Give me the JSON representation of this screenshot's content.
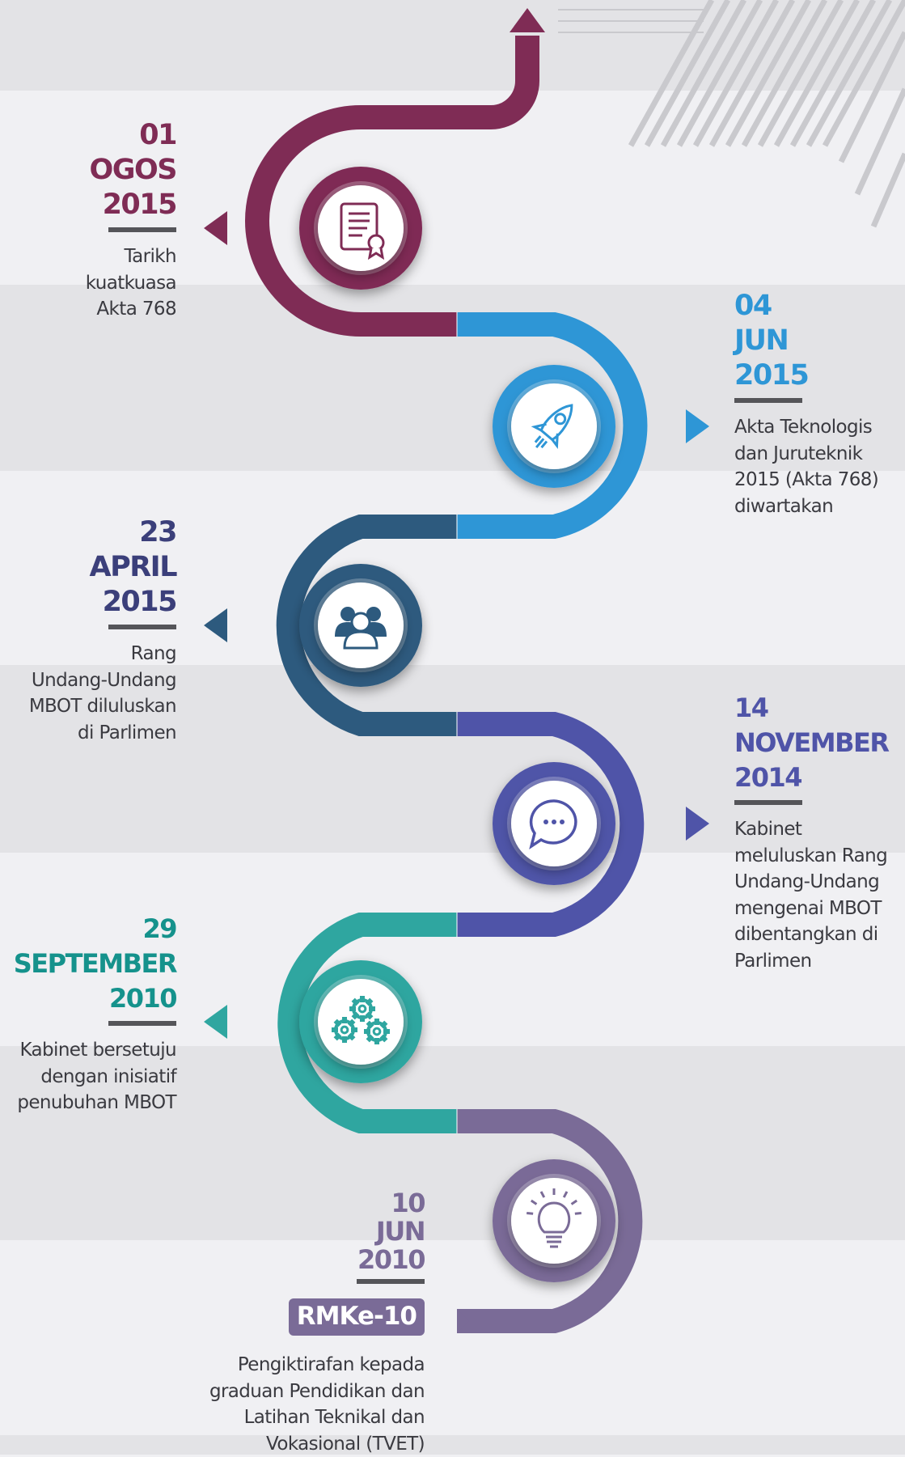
{
  "milestones": [
    {
      "day": "01",
      "month": "OGOS",
      "year": "2015",
      "lines": [
        "Tarikh",
        "kuatkuasa",
        "Akta 768"
      ],
      "color": "#7f2c55",
      "icon": "certificate-icon"
    },
    {
      "day": "04",
      "month": "JUN",
      "year": "2015",
      "lines": [
        "Akta Teknologis",
        "dan Juruteknik",
        "2015 (Akta 768)",
        "diwartakan"
      ],
      "color": "#2e96d6",
      "icon": "rocket-icon"
    },
    {
      "day": "23",
      "month": "APRIL",
      "year": "2015",
      "lines": [
        "Rang",
        "Undang-Undang",
        "MBOT diluluskan",
        "di Parlimen"
      ],
      "color": "#2d5a7e",
      "icon": "people-group-icon"
    },
    {
      "day": "14",
      "month": "NOVEMBER",
      "year": "2014",
      "lines": [
        "Kabinet",
        "meluluskan Rang",
        "Undang-Undang",
        "mengenai MBOT",
        "dibentangkan di",
        "Parlimen"
      ],
      "color": "#4f54a8",
      "icon": "chat-bubble-icon"
    },
    {
      "day": "29",
      "month": "SEPTEMBER",
      "year": "2010",
      "lines": [
        "Kabinet bersetuju",
        "dengan inisiatif",
        "penubuhan MBOT"
      ],
      "color": "#2fa6a0",
      "icon": "gears-icon"
    },
    {
      "day": "10",
      "month": "JUN",
      "year": "2010",
      "badge": "RMKe-10",
      "lines": [
        "Pengiktirafan kepada",
        "graduan Pendidikan dan",
        "Latihan Teknikal dan",
        "Vokasional (TVET)"
      ],
      "color": "#7a6b97",
      "icon": "lightbulb-icon"
    }
  ]
}
